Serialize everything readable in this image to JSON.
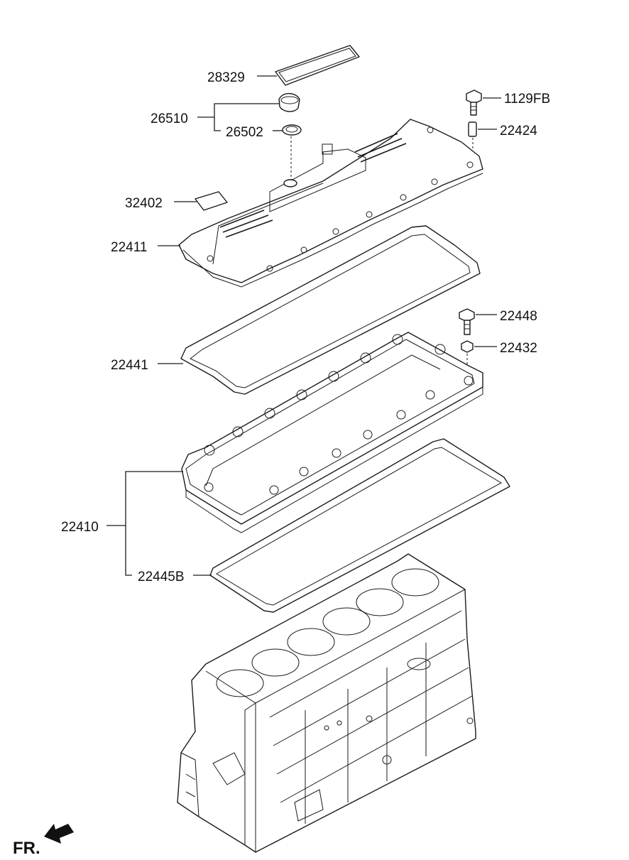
{
  "labels": {
    "p28329": "28329",
    "p26510": "26510",
    "p26502": "26502",
    "p1129FB": "1129FB",
    "p22424": "22424",
    "p32402": "32402",
    "p22411": "22411",
    "p22448": "22448",
    "p22432": "22432",
    "p22441": "22441",
    "p22410": "22410",
    "p22445B": "22445B"
  },
  "direction": {
    "label": "FR."
  },
  "icons": {
    "direction_arrow": "front-direction-arrow-icon"
  },
  "colors": {
    "ink": "#1a1a1a",
    "background": "#ffffff"
  }
}
